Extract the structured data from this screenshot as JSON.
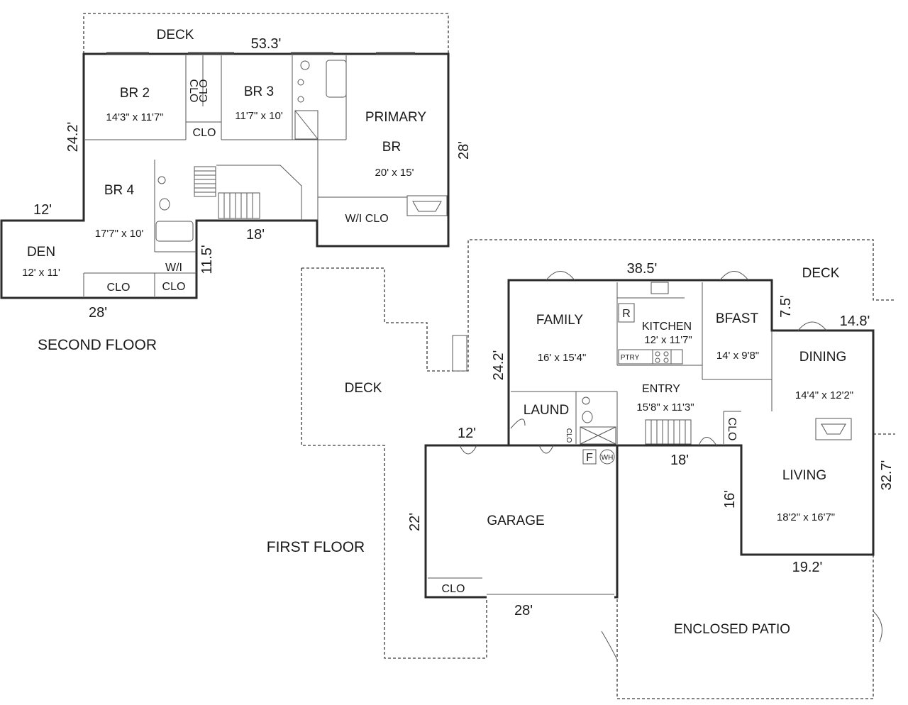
{
  "second_floor": {
    "title": "SECOND FLOOR",
    "deck": "DECK",
    "rooms": {
      "br2": {
        "name": "BR 2",
        "size": "14'3\" x 11'7\""
      },
      "br3": {
        "name": "BR 3",
        "size": "11'7\" x 10'"
      },
      "primary": {
        "name1": "PRIMARY",
        "name2": "BR",
        "size": "20' x 15'"
      },
      "br4": {
        "name": "BR 4",
        "size": "17'7\" x 10'"
      },
      "den": {
        "name": "DEN",
        "size": "12' x 11'"
      },
      "wi_clo_primary": "W/I CLO",
      "wi_clo_den_1": "W/I",
      "wi_clo_den_2": "CLO",
      "clo_den": "CLO",
      "clo_hall": "CLO",
      "clo_v1": "CLO",
      "clo_v2": "CLO"
    },
    "dims": {
      "top": "53.3'",
      "left": "24.2'",
      "right": "28'",
      "den_top": "12'",
      "mid_bottom": "18'",
      "den_right": "11.5'",
      "bottom": "28'"
    }
  },
  "first_floor": {
    "title": "FIRST FLOOR",
    "deck_left": "DECK",
    "deck_right": "DECK",
    "rooms": {
      "family": {
        "name": "FAMILY",
        "size": "16' x 15'4\""
      },
      "kitchen": {
        "name": "KITCHEN",
        "size": "12' x 11'7\""
      },
      "bfast": {
        "name": "BFAST",
        "size": "14' x 9'8\""
      },
      "dining": {
        "name": "DINING",
        "size": "14'4\" x 12'2\""
      },
      "entry": {
        "name": "ENTRY",
        "size": "15'8\" x 11'3\""
      },
      "laund": {
        "name": "LAUND"
      },
      "living": {
        "name": "LIVING",
        "size": "18'2\" x 16'7\""
      },
      "garage": {
        "name": "GARAGE"
      },
      "garage_clo": "CLO",
      "laund_clo": "CLO",
      "entry_clo": "CLO",
      "patio": {
        "name": "ENCLOSED PATIO"
      },
      "ptry": "PTRY",
      "r": "R",
      "f": "F",
      "wh": "WH"
    },
    "dims": {
      "top": "38.5'",
      "bfast_right": "7.5'",
      "dining_top": "14.8'",
      "left": "24.2'",
      "laund_bottom": "12'",
      "entry_bottom": "18'",
      "right": "32.7'",
      "living_left": "16'",
      "living_bottom": "19.2'",
      "garage_left": "22'",
      "garage_bottom": "28'"
    }
  }
}
